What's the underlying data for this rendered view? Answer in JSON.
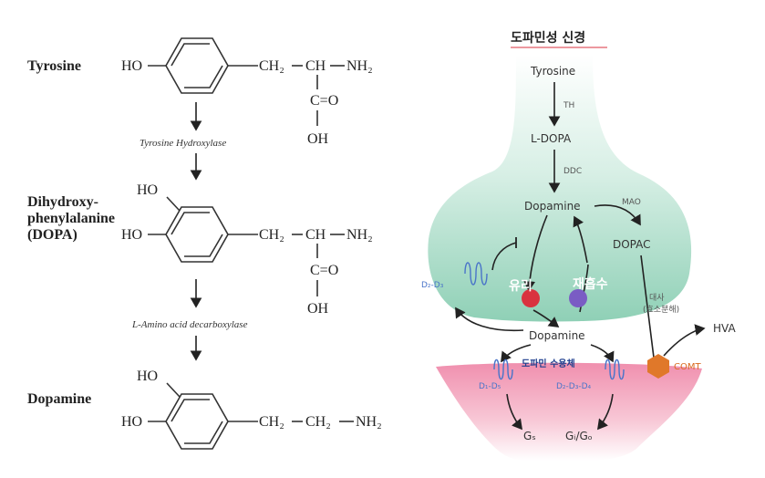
{
  "left": {
    "steps": [
      {
        "label": "Tyrosine"
      },
      {
        "label_lines": [
          "Dihydroxy-",
          "phenylalanine",
          "(DOPA)"
        ]
      },
      {
        "label": "Dopamine"
      }
    ],
    "enzymes": [
      "Tyrosine Hydroxylase",
      "L-Amino acid decarboxylase"
    ],
    "chem": {
      "ho": "HO",
      "ch2": "CH₂",
      "ch": "CH",
      "nh2": "NH₂",
      "c_eq_o": "C=O",
      "oh": "OH"
    }
  },
  "right": {
    "title": "도파민성 신경",
    "pathway": {
      "tyrosine": "Tyrosine",
      "th": "TH",
      "ldopa": "L-DOPA",
      "ddc": "DDC",
      "dopamine_pre": "Dopamine",
      "mao": "MAO",
      "dopac": "DOPAC",
      "release": "유리",
      "reuptake": "재흡수",
      "dopamine_cleft": "Dopamine",
      "metabolism": "대사",
      "enzymatic": "(효소분해)",
      "hva": "HVA",
      "comt": "COMT",
      "receptor_label": "도파민 수용체",
      "autoreceptor": "D₂-D₃",
      "d1d5": "D₁-D₅",
      "d2d3d4": "D₂-D₃-D₄",
      "gs": "Gₛ",
      "gigo": "Gᵢ/Gₒ"
    },
    "colors": {
      "presynaptic": "#a9dcc8",
      "postsynaptic": "#f3a6bd",
      "release_dot": "#d9323f",
      "reuptake_dot": "#7a5cc4",
      "comt": "#e0782a",
      "receptor": "#4a74c9"
    }
  }
}
